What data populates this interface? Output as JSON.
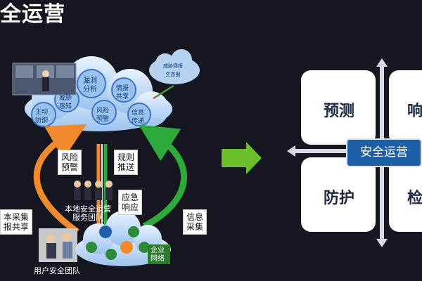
{
  "title": "全运营",
  "cloud_top": {
    "gears": [
      "主动\n防御",
      "威胁\n感知",
      "漏洞\n分析",
      "情报\n共享",
      "风险\n预警",
      "信息\n传递"
    ]
  },
  "threat_bubble": {
    "label": "威胁情报\n生态圈"
  },
  "flow_labels": {
    "risk_warning": "风险\n预警",
    "rule_push": "规则\n推送",
    "emergency": "应急\n响应",
    "info_collect": "信息\n采集",
    "collect_share": "本采集\n报共享"
  },
  "team_local": "本地安全运营\n服务团队",
  "team_user": "用户安全团队",
  "cloud_bottom": {
    "label": "企业\n网络"
  },
  "right_panel": {
    "center": "安全运营",
    "cards": [
      "预测",
      "响",
      "防护",
      "检"
    ]
  },
  "colors": {
    "background": "#15161f",
    "orange": "#f08a2c",
    "green": "#2eaa3c",
    "badge": "#1d5fa8",
    "arrow": "#6bbf2a"
  }
}
